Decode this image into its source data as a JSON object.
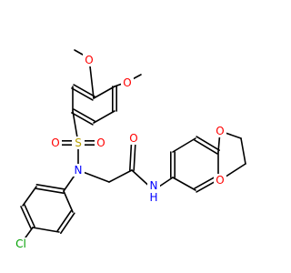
{
  "colors": {
    "bond": "#000000",
    "carbon": "#000000",
    "O": "#ff0000",
    "N": "#0000ff",
    "S": "#b8a000",
    "Cl": "#00a000"
  },
  "atoms": {
    "o_ome1": "O",
    "o_ome2": "O",
    "s": "S",
    "o_s1": "O",
    "o_s2": "O",
    "o_amide": "O",
    "n_sulf": "N",
    "n_amide": "N",
    "h_amide": "H",
    "o_diox1": "O",
    "o_diox2": "O",
    "cl": "Cl"
  }
}
